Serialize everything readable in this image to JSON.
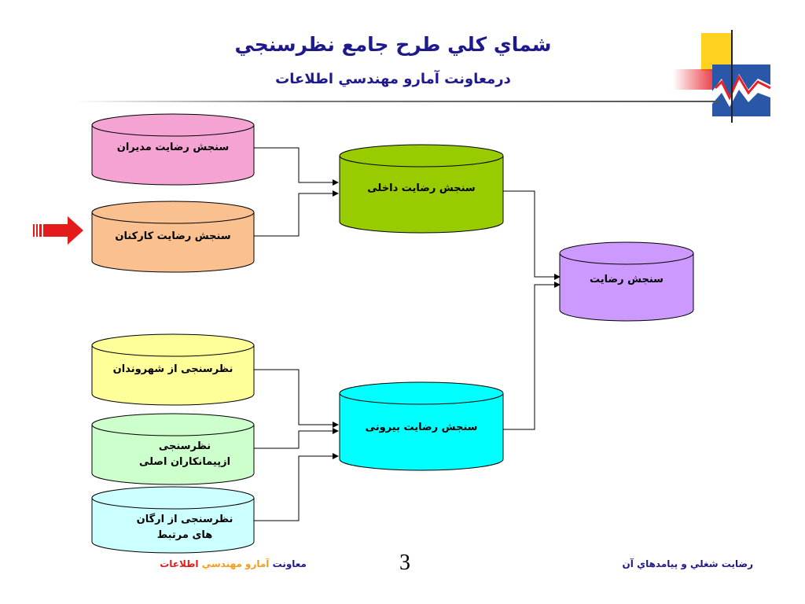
{
  "header": {
    "title": "شماي كلي طرح جامع نظرسنجي",
    "subtitle": "درمعاونت آمارو مهندسي اطلاعات"
  },
  "diagram": {
    "nodes": {
      "managers": "سنجش رضايت مديران",
      "employees": "سنجش رضايت كاركنان",
      "internal": "سنجش رضايت داخلی",
      "citizens": "نظرسنجی از شهروندان",
      "contractors": "نظرسنجی ازپیمانكاران اصلی",
      "organizations": "نظرسنجی از ارگان های مرتبط",
      "external": "سنجش رضايت بیرونی",
      "overall": "سنجش رضايت"
    },
    "colors": {
      "managers": "#f5a3d2",
      "employees": "#fac08f",
      "internal": "#99cc00",
      "citizens": "#ffff99",
      "contractors": "#ccffcc",
      "organizations": "#ccffff",
      "external": "#00ffff",
      "overall": "#cc99ff",
      "pointer_arrow": "#e31b1b"
    },
    "pointer_target": "employees"
  },
  "footer": {
    "page_number": "3",
    "deputy": "معاونت",
    "org_part1": "آمارو مهندسي",
    "org_part2": "اطلاعات",
    "right": "رضايت شغلي و پيامدهاي آن"
  }
}
